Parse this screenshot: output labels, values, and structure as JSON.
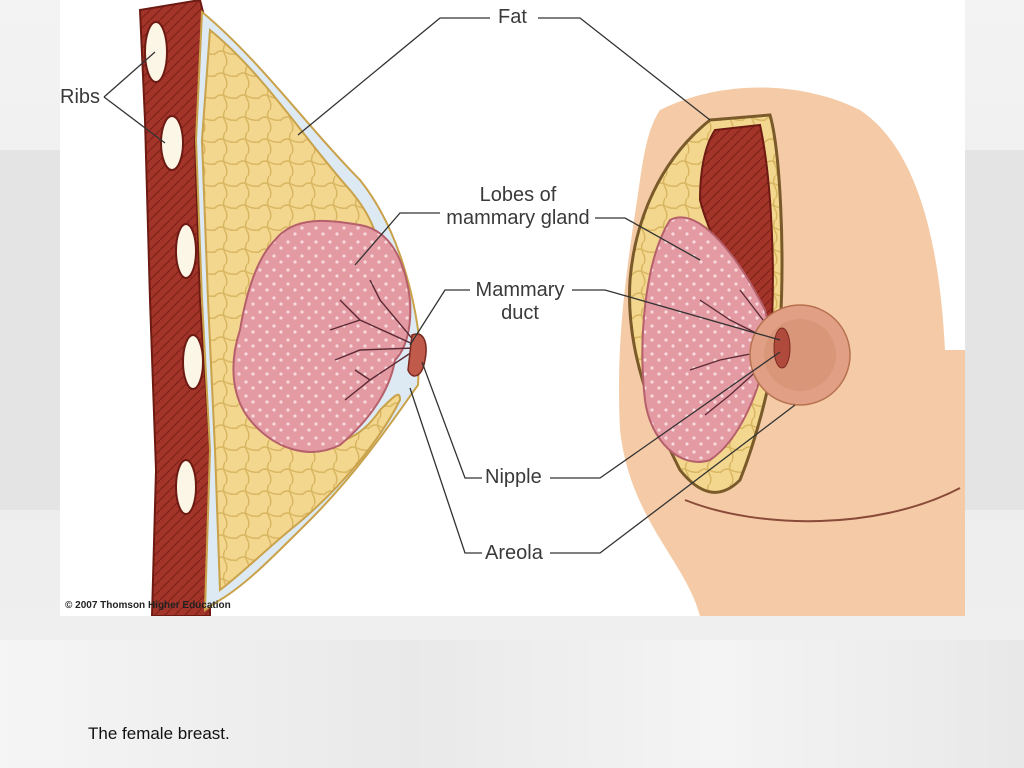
{
  "diagram": {
    "labels": {
      "ribs": "Ribs",
      "fat": "Fat",
      "lobes_line1": "Lobes of",
      "lobes_line2": "mammary gland",
      "duct_line1": "Mammary",
      "duct_line2": "duct",
      "nipple": "Nipple",
      "areola": "Areola"
    },
    "copyright": "© 2007 Thomson Higher Education",
    "colors": {
      "muscle": "#9a2f22",
      "fat": "#f3d78e",
      "fat_outline": "#c9a24a",
      "gland": "#e49aa3",
      "skin": "#f4cba6",
      "fascia": "#dde9f3",
      "rib": "#fbf6e6"
    }
  },
  "caption": "The female breast."
}
